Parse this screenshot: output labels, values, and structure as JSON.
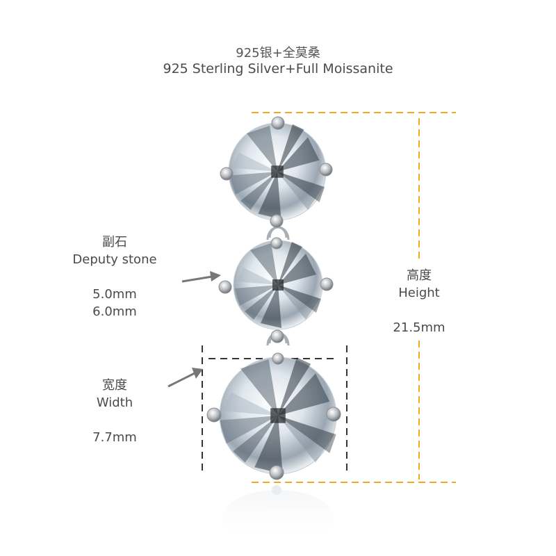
{
  "header": {
    "title_cn": "925银+全莫桑",
    "title_en": "925 Sterling Silver+Full Moissanite"
  },
  "deputy_stone": {
    "label_cn": "副石",
    "label_en": "Deputy stone",
    "size_1": "5.0mm",
    "size_2": "6.0mm"
  },
  "width": {
    "label_cn": "宽度",
    "label_en": "Width",
    "value": "7.7mm"
  },
  "height": {
    "label_cn": "高度",
    "label_en": "Height",
    "value": "21.5mm"
  },
  "colors": {
    "height_guide": "#f5a623",
    "width_guide": "#333333",
    "arrow": "#777777",
    "text": "#4a4a4a"
  },
  "product": {
    "stones": 3,
    "description": "three-stone drop pendant/earring with round moissanite stones in four-prong settings"
  }
}
